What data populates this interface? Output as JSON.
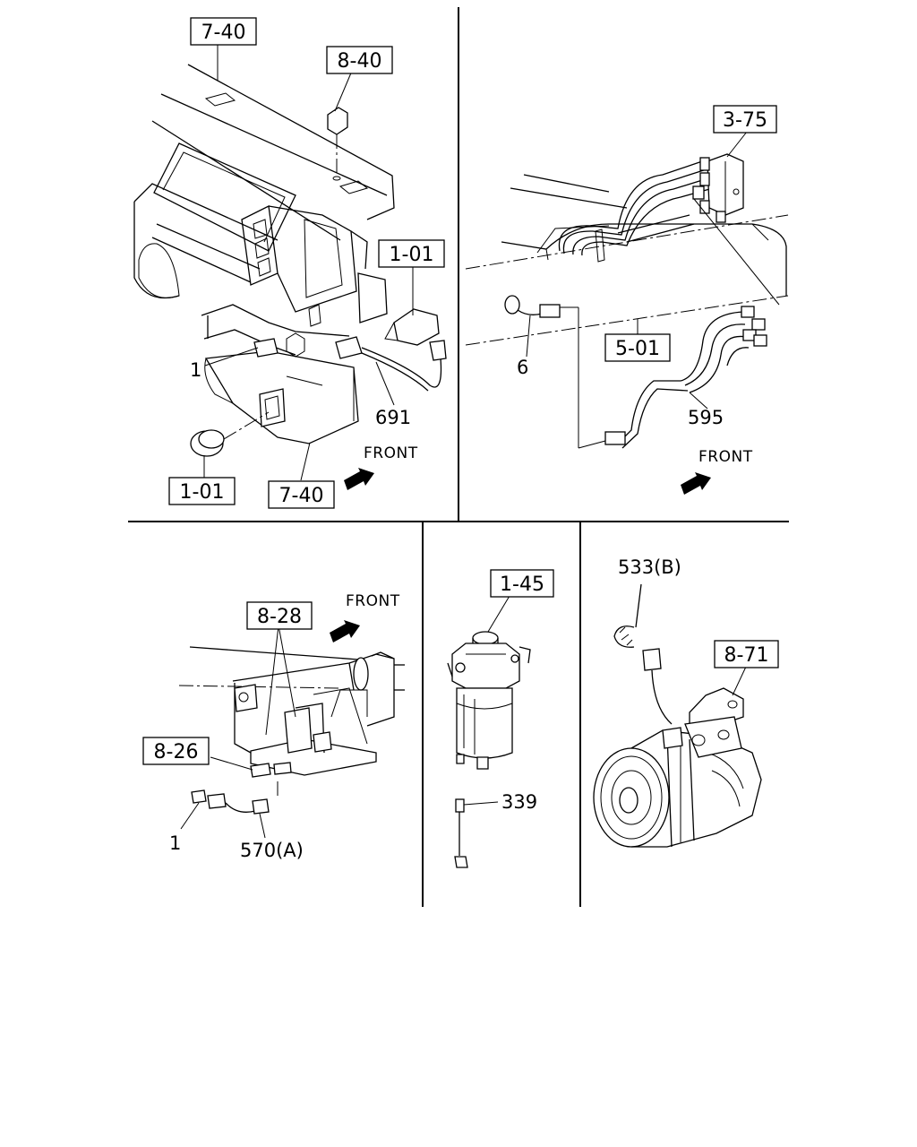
{
  "panels": {
    "dashboard": {
      "refs": [
        "7-40",
        "8-40",
        "1-01",
        "1-01",
        "7-40"
      ],
      "labels": [
        "1",
        "691"
      ],
      "front": "FRONT"
    },
    "lines": {
      "refs": [
        "3-75",
        "5-01"
      ],
      "labels": [
        "6",
        "595"
      ],
      "front": "FRONT"
    },
    "bracket": {
      "refs": [
        "8-28",
        "8-26"
      ],
      "labels": [
        "1",
        "570(A)"
      ],
      "front": "FRONT"
    },
    "filter": {
      "refs": [
        "1-45"
      ],
      "labels": [
        "339"
      ]
    },
    "compressor": {
      "refs": [
        "8-71"
      ],
      "labels": [
        "533(B)"
      ]
    }
  }
}
